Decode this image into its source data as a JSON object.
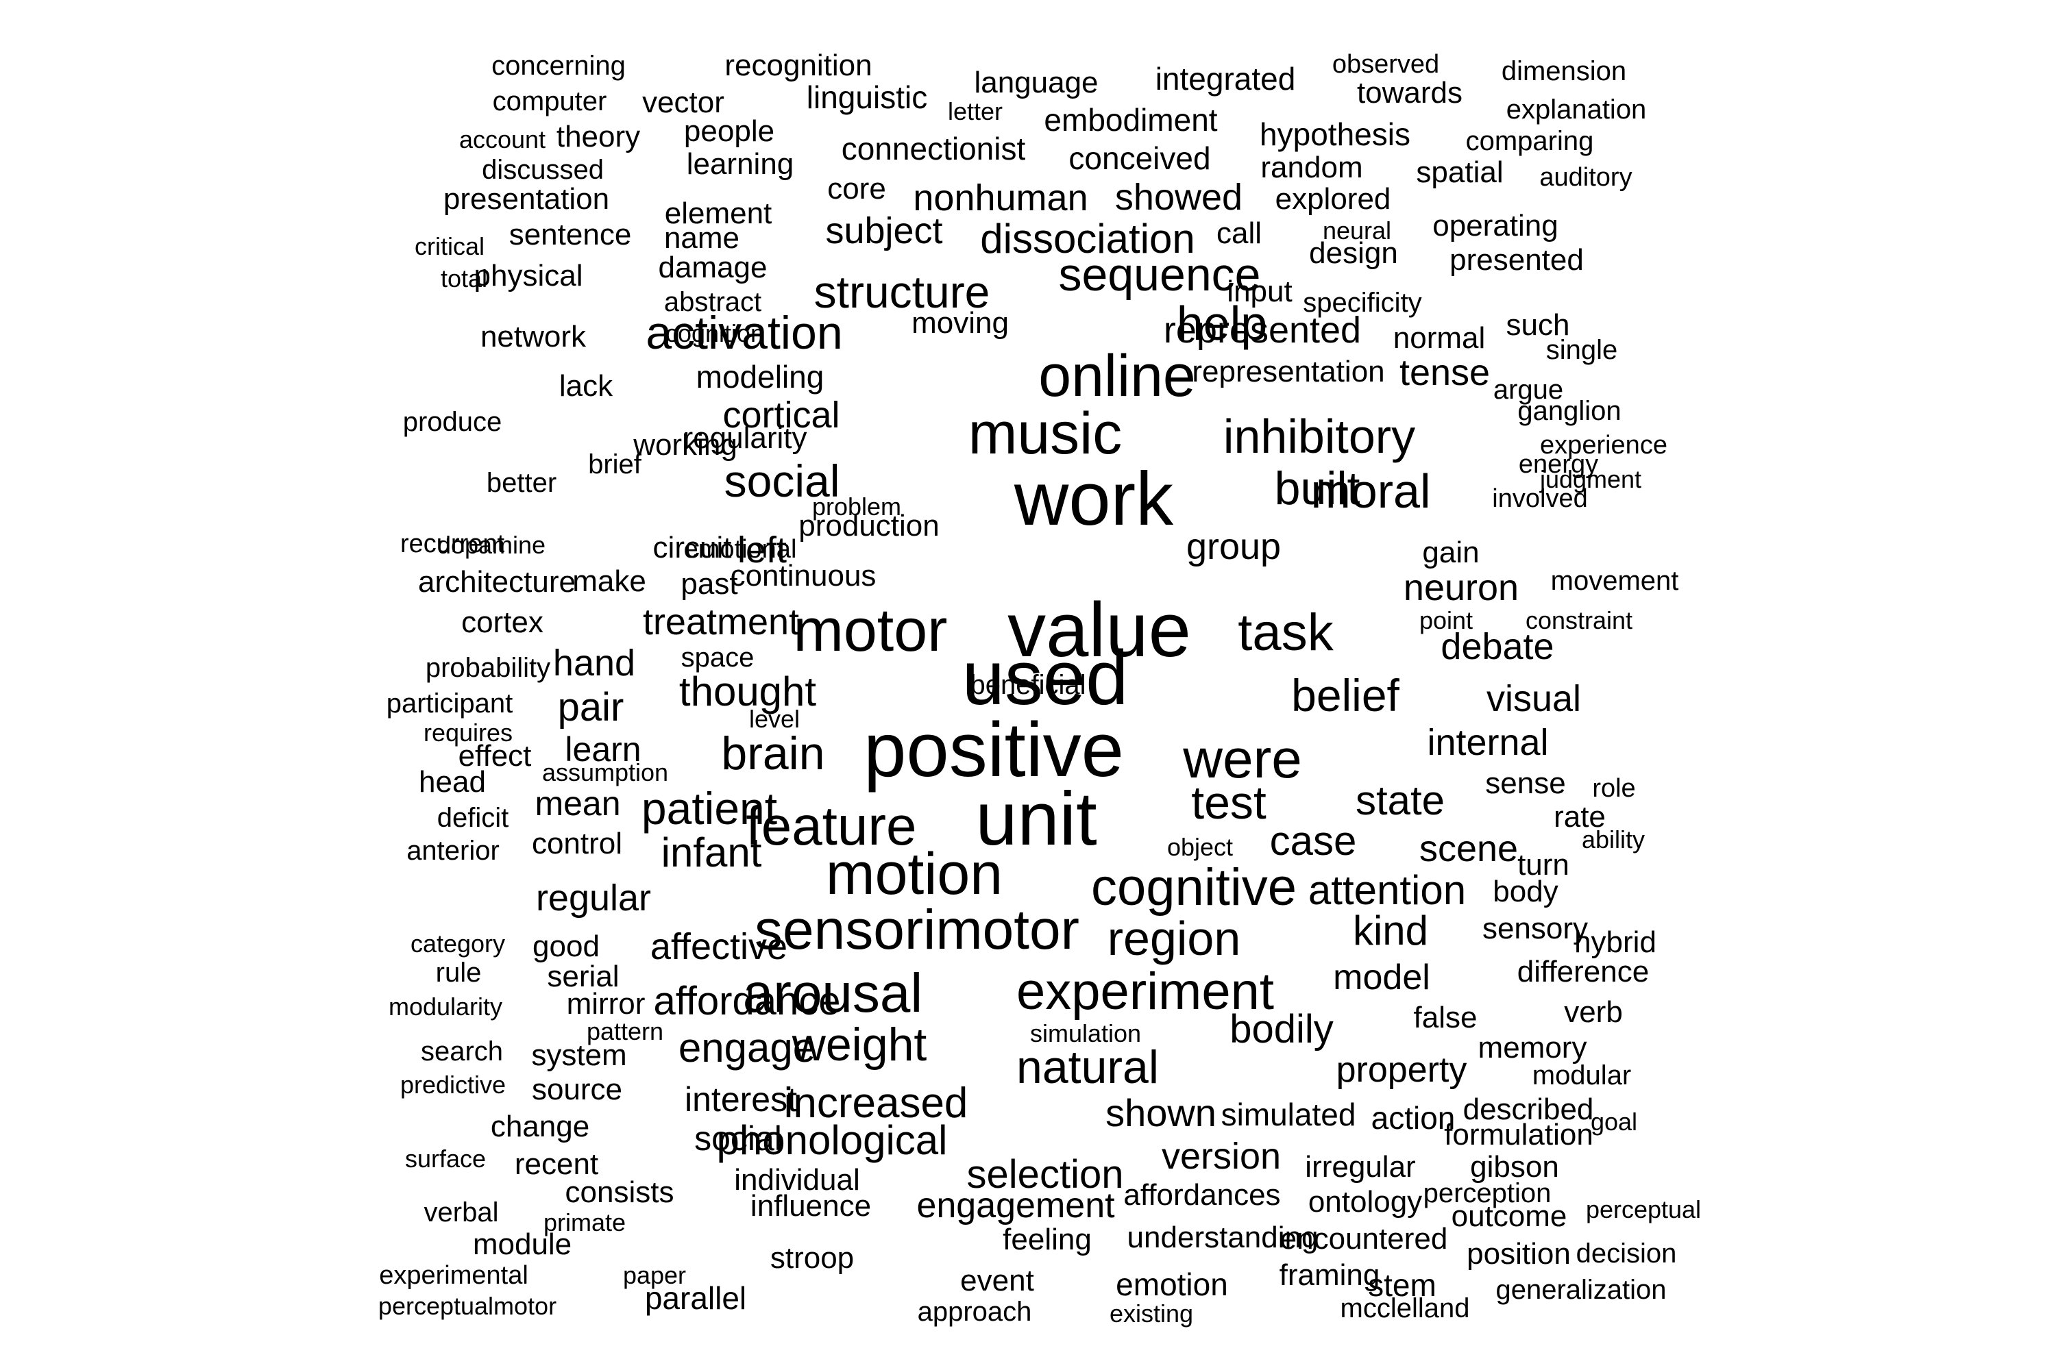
{
  "word_cloud": {
    "text_color": "#000000",
    "background": "#ffffff",
    "words": [
      {
        "text": "concerning",
        "size": 1
      },
      {
        "text": "recognition",
        "size": 1
      },
      {
        "text": "language",
        "size": 1
      },
      {
        "text": "integrated",
        "size": 1
      },
      {
        "text": "observed",
        "size": 1
      },
      {
        "text": "dimension",
        "size": 1
      },
      {
        "text": "computer",
        "size": 1
      },
      {
        "text": "vector",
        "size": 1
      },
      {
        "text": "linguistic",
        "size": 1
      },
      {
        "text": "letter",
        "size": 1
      },
      {
        "text": "towards",
        "size": 1
      },
      {
        "text": "explanation",
        "size": 1
      },
      {
        "text": "account",
        "size": 1
      },
      {
        "text": "theory",
        "size": 1
      },
      {
        "text": "people",
        "size": 1
      },
      {
        "text": "embodiment",
        "size": 1
      },
      {
        "text": "hypothesis",
        "size": 1
      },
      {
        "text": "comparing",
        "size": 1
      },
      {
        "text": "connectionist",
        "size": 1
      },
      {
        "text": "discussed",
        "size": 1
      },
      {
        "text": "learning",
        "size": 1
      },
      {
        "text": "conceived",
        "size": 1
      },
      {
        "text": "random",
        "size": 1
      },
      {
        "text": "spatial",
        "size": 1
      },
      {
        "text": "auditory",
        "size": 1
      },
      {
        "text": "presentation",
        "size": 1
      },
      {
        "text": "core",
        "size": 1
      },
      {
        "text": "nonhuman",
        "size": 2
      },
      {
        "text": "showed",
        "size": 2
      },
      {
        "text": "explored",
        "size": 1
      },
      {
        "text": "element",
        "size": 1
      },
      {
        "text": "operating",
        "size": 1
      },
      {
        "text": "critical",
        "size": 1
      },
      {
        "text": "sentence",
        "size": 1
      },
      {
        "text": "name",
        "size": 1
      },
      {
        "text": "subject",
        "size": 2
      },
      {
        "text": "dissociation",
        "size": 2
      },
      {
        "text": "call",
        "size": 1
      },
      {
        "text": "neural",
        "size": 1
      },
      {
        "text": "design",
        "size": 1
      },
      {
        "text": "presented",
        "size": 1
      },
      {
        "text": "total",
        "size": 1
      },
      {
        "text": "physical",
        "size": 1
      },
      {
        "text": "damage",
        "size": 1
      },
      {
        "text": "sequence",
        "size": 3
      },
      {
        "text": "structure",
        "size": 3
      },
      {
        "text": "abstract",
        "size": 1
      },
      {
        "text": "input",
        "size": 1
      },
      {
        "text": "specificity",
        "size": 1
      },
      {
        "text": "moving",
        "size": 1
      },
      {
        "text": "help",
        "size": 1
      },
      {
        "text": "activation",
        "size": 3
      },
      {
        "text": "represented",
        "size": 3
      },
      {
        "text": "normal",
        "size": 2
      },
      {
        "text": "such",
        "size": 1
      },
      {
        "text": "network",
        "size": 1
      },
      {
        "text": "cognition",
        "size": 1
      },
      {
        "text": "single",
        "size": 1
      },
      {
        "text": "online",
        "size": 1
      },
      {
        "text": "representation",
        "size": 4
      },
      {
        "text": "modeling",
        "size": 2
      },
      {
        "text": "tense",
        "size": 2
      },
      {
        "text": "lack",
        "size": 1
      },
      {
        "text": "argue",
        "size": 1
      },
      {
        "text": "produce",
        "size": 1
      },
      {
        "text": "cortical",
        "size": 1
      },
      {
        "text": "ganglion",
        "size": 3
      },
      {
        "text": "music",
        "size": 1
      },
      {
        "text": "regularity",
        "size": 1
      },
      {
        "text": "inhibitory",
        "size": 1
      },
      {
        "text": "working",
        "size": 4
      },
      {
        "text": "experience",
        "size": 3
      },
      {
        "text": "energy",
        "size": 1
      },
      {
        "text": "work",
        "size": 1
      },
      {
        "text": "brief",
        "size": 1
      },
      {
        "text": "better",
        "size": 1
      },
      {
        "text": "social",
        "size": 1
      },
      {
        "text": "built",
        "size": 1
      },
      {
        "text": "moral",
        "size": 3
      },
      {
        "text": "judgment",
        "size": 5
      },
      {
        "text": "problem",
        "size": 3
      },
      {
        "text": "involved",
        "size": 1
      },
      {
        "text": "production",
        "size": 2
      },
      {
        "text": "circuit",
        "size": 1
      },
      {
        "text": "emotional",
        "size": 1
      },
      {
        "text": "past",
        "size": 1
      },
      {
        "text": "left",
        "size": 1
      },
      {
        "text": "group",
        "size": 3
      },
      {
        "text": "gain",
        "size": 1
      },
      {
        "text": "recurrent",
        "size": 2
      },
      {
        "text": "dopamine",
        "size": 3
      },
      {
        "text": "architecture",
        "size": 5
      },
      {
        "text": "make",
        "size": 1
      },
      {
        "text": "continuous",
        "size": 1
      },
      {
        "text": "neuron",
        "size": 1
      },
      {
        "text": "movement",
        "size": 3
      },
      {
        "text": "point",
        "size": 1
      },
      {
        "text": "constraint",
        "size": 1
      },
      {
        "text": "cortex",
        "size": 1
      },
      {
        "text": "treatment",
        "size": 1
      },
      {
        "text": "motor",
        "size": 3
      },
      {
        "text": "value",
        "size": 5
      },
      {
        "text": "task",
        "size": 5
      },
      {
        "text": "debate",
        "size": 4
      },
      {
        "text": "probability",
        "size": 2
      },
      {
        "text": "hand",
        "size": 1
      },
      {
        "text": "space",
        "size": 2
      },
      {
        "text": "used",
        "size": 1
      },
      {
        "text": "participant",
        "size": 6
      },
      {
        "text": "pair",
        "size": 1
      },
      {
        "text": "thought",
        "size": 2
      },
      {
        "text": "belief",
        "size": 3
      },
      {
        "text": "visual",
        "size": 3
      },
      {
        "text": "requires",
        "size": 2
      },
      {
        "text": "level",
        "size": 1
      },
      {
        "text": "effect",
        "size": 1
      },
      {
        "text": "learn",
        "size": 1
      },
      {
        "text": "brain",
        "size": 2
      },
      {
        "text": "positive",
        "size": 3
      },
      {
        "text": "were",
        "size": 6
      },
      {
        "text": "internal",
        "size": 4
      },
      {
        "text": "assumption",
        "size": 2
      },
      {
        "text": "head",
        "size": 1
      },
      {
        "text": "sense",
        "size": 1
      },
      {
        "text": "role",
        "size": 1
      },
      {
        "text": "mean",
        "size": 1
      },
      {
        "text": "patient",
        "size": 2
      },
      {
        "text": "test",
        "size": 3
      },
      {
        "text": "state",
        "size": 4
      },
      {
        "text": "deficit",
        "size": 3
      },
      {
        "text": "rate",
        "size": 1
      },
      {
        "text": "feature",
        "size": 1
      },
      {
        "text": "unit",
        "size": 4
      },
      {
        "text": "control",
        "size": 6
      },
      {
        "text": "ability",
        "size": 1
      },
      {
        "text": "anterior",
        "size": 1
      },
      {
        "text": "object",
        "size": 1
      },
      {
        "text": "case",
        "size": 1
      },
      {
        "text": "scene",
        "size": 3
      },
      {
        "text": "infant",
        "size": 2
      },
      {
        "text": "turn",
        "size": 3
      },
      {
        "text": "motion",
        "size": 1
      },
      {
        "text": "cognitive",
        "size": 5
      },
      {
        "text": "attention",
        "size": 4
      },
      {
        "text": "body",
        "size": 3
      },
      {
        "text": "regular",
        "size": 1
      },
      {
        "text": "sensorimotor",
        "size": 2
      },
      {
        "text": "sensory",
        "size": 4
      },
      {
        "text": "kind",
        "size": 1
      },
      {
        "text": "category",
        "size": 3
      },
      {
        "text": "good",
        "size": 1
      },
      {
        "text": "affective",
        "size": 1
      },
      {
        "text": "region",
        "size": 2
      },
      {
        "text": "hybrid",
        "size": 3
      },
      {
        "text": "rule",
        "size": 1
      },
      {
        "text": "serial",
        "size": 1
      },
      {
        "text": "arousal",
        "size": 1
      },
      {
        "text": "experiment",
        "size": 4
      },
      {
        "text": "model",
        "size": 4
      },
      {
        "text": "difference",
        "size": 2
      },
      {
        "text": "modularity",
        "size": 1
      },
      {
        "text": "mirror",
        "size": 1
      },
      {
        "text": "affordance",
        "size": 1
      },
      {
        "text": "verb",
        "size": 3
      },
      {
        "text": "pattern",
        "size": 1
      },
      {
        "text": "false",
        "size": 1
      },
      {
        "text": "bodily",
        "size": 1
      },
      {
        "text": "simulation",
        "size": 3
      },
      {
        "text": "search",
        "size": 1
      },
      {
        "text": "system",
        "size": 1
      },
      {
        "text": "engage",
        "size": 1
      },
      {
        "text": "weight",
        "size": 3
      },
      {
        "text": "memory",
        "size": 4
      },
      {
        "text": "natural",
        "size": 1
      },
      {
        "text": "property",
        "size": 4
      },
      {
        "text": "predictive",
        "size": 2
      },
      {
        "text": "source",
        "size": 1
      },
      {
        "text": "modular",
        "size": 1
      },
      {
        "text": "interest",
        "size": 1
      },
      {
        "text": "increased",
        "size": 2
      },
      {
        "text": "described",
        "size": 4
      },
      {
        "text": "shown",
        "size": 1
      },
      {
        "text": "change",
        "size": 3
      },
      {
        "text": "simulated",
        "size": 1
      },
      {
        "text": "action",
        "size": 2
      },
      {
        "text": "goal",
        "size": 1
      },
      {
        "text": "social",
        "size": 1
      },
      {
        "text": "phonological",
        "size": 2
      },
      {
        "text": "formulation",
        "size": 3
      },
      {
        "text": "surface",
        "size": 1
      },
      {
        "text": "recent",
        "size": 1
      },
      {
        "text": "version",
        "size": 1
      },
      {
        "text": "irregular",
        "size": 2
      },
      {
        "text": "gibson",
        "size": 1
      },
      {
        "text": "selection",
        "size": 1
      },
      {
        "text": "individual",
        "size": 3
      },
      {
        "text": "affordances",
        "size": 1
      },
      {
        "text": "consists",
        "size": 1
      },
      {
        "text": "perception",
        "size": 1
      },
      {
        "text": "verbal",
        "size": 1
      },
      {
        "text": "ontology",
        "size": 1
      },
      {
        "text": "influence",
        "size": 1
      },
      {
        "text": "engagement",
        "size": 1
      },
      {
        "text": "perceptual",
        "size": 2
      },
      {
        "text": "primate",
        "size": 1
      },
      {
        "text": "outcome",
        "size": 1
      },
      {
        "text": "module",
        "size": 1
      },
      {
        "text": "understanding",
        "size": 1
      },
      {
        "text": "feeling",
        "size": 1
      },
      {
        "text": "encountered",
        "size": 1
      },
      {
        "text": "position",
        "size": 1
      },
      {
        "text": "decision",
        "size": 1
      },
      {
        "text": "stroop",
        "size": 1
      },
      {
        "text": "experimental",
        "size": 2
      },
      {
        "text": "paper",
        "size": 1
      },
      {
        "text": "event",
        "size": 1
      },
      {
        "text": "framing",
        "size": 1
      },
      {
        "text": "stem",
        "size": 1
      },
      {
        "text": "emotion",
        "size": 2
      },
      {
        "text": "generalization",
        "size": 2
      },
      {
        "text": "parallel",
        "size": 1
      },
      {
        "text": "perceptualmotor",
        "size": 2
      },
      {
        "text": "approach",
        "size": 1
      },
      {
        "text": "mcclelland",
        "size": 1
      },
      {
        "text": "existing",
        "size": 1
      },
      {
        "text": "beneficial",
        "size": 1
      }
    ]
  }
}
